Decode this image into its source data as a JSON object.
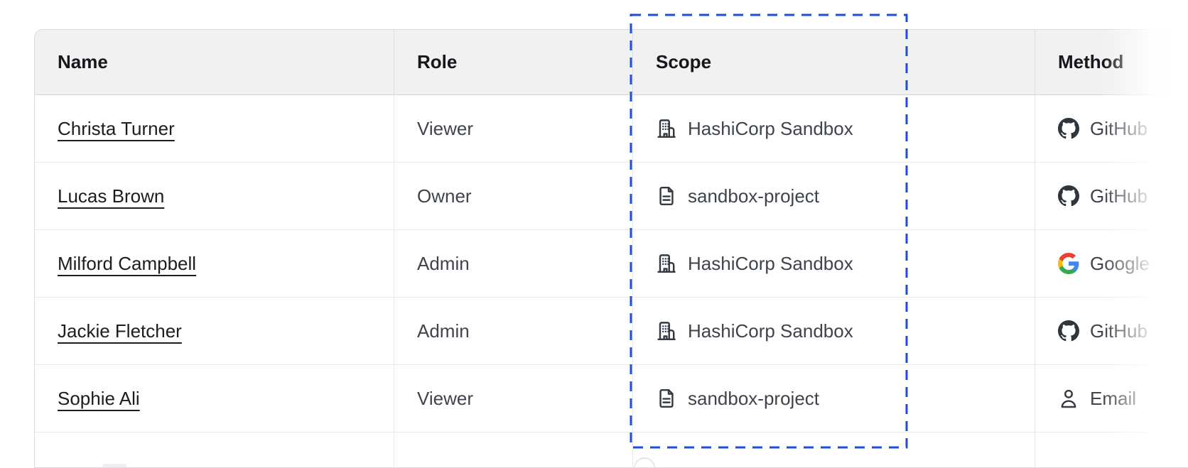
{
  "annotation": {
    "type": "dashed-highlight-box",
    "highlighted_column": "Scope",
    "highlight_color": "#1d4ed8"
  },
  "table": {
    "columns": [
      {
        "label": "Name"
      },
      {
        "label": "Role"
      },
      {
        "label": "Scope"
      },
      {
        "label": "Method"
      }
    ],
    "rows": [
      {
        "name": "Christa Turner",
        "role": "Viewer",
        "scope": "HashiCorp Sandbox",
        "scope_icon": "organization-icon",
        "method": "GitHub",
        "method_icon": "github-icon"
      },
      {
        "name": "Lucas Brown",
        "role": "Owner",
        "scope": "sandbox-project",
        "scope_icon": "file-icon",
        "method": "GitHub",
        "method_icon": "github-icon"
      },
      {
        "name": "Milford Campbell",
        "role": "Admin",
        "scope": "HashiCorp Sandbox",
        "scope_icon": "organization-icon",
        "method": "Google",
        "method_icon": "google-icon"
      },
      {
        "name": "Jackie Fletcher",
        "role": "Admin",
        "scope": "HashiCorp Sandbox",
        "scope_icon": "organization-icon",
        "method": "GitHub",
        "method_icon": "github-icon"
      },
      {
        "name": "Sophie Ali",
        "role": "Viewer",
        "scope": "sandbox-project",
        "scope_icon": "file-icon",
        "method": "Email",
        "method_icon": "user-icon"
      }
    ]
  },
  "colors": {
    "header_bg": "#f1f1f2",
    "row_border": "#e7e8ea",
    "text_primary": "#1b1d21",
    "text_secondary": "#3f434b",
    "icon": "#343a42",
    "highlight_blue": "#1d4ed8",
    "google_blue": "#4285F4",
    "google_green": "#34A853",
    "google_yellow": "#FBBC05",
    "google_red": "#EA4335"
  }
}
